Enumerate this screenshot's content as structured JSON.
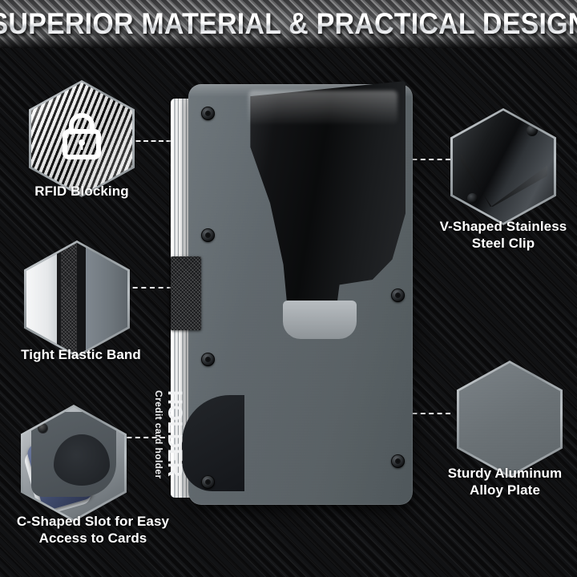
{
  "header": {
    "title": "SUPERIOR MATERIAL & PRACTICAL DESIGN"
  },
  "features": [
    {
      "id": "rfid-blocking",
      "label": "RFID Blocking",
      "icon": "lock-icon",
      "side": "left"
    },
    {
      "id": "tight-elastic-band",
      "label": "Tight Elastic Band",
      "icon": "elastic-band-swatch",
      "side": "left"
    },
    {
      "id": "c-shaped-slot",
      "label": "C-Shaped Slot for Easy\nAccess to Cards",
      "icon": "card-slot-swatch",
      "side": "left"
    },
    {
      "id": "v-shaped-clip",
      "label": "V-Shaped Stainless\nSteel Clip",
      "icon": "steel-clip-swatch",
      "side": "right"
    },
    {
      "id": "aluminum-alloy-plate",
      "label": "Sturdy Aluminum\nAlloy Plate",
      "icon": "aluminum-plate-swatch",
      "side": "right"
    }
  ],
  "product": {
    "brand_text": "HOLDER",
    "brand_subtext": "Credit card holder"
  },
  "colors": {
    "background": "#0c0c0d",
    "header_band": "#6d6e70",
    "title_text": "#ffffff",
    "label_text": "#ffffff",
    "connector": "#ffffff",
    "plate_grey": "#5d666b",
    "clip_black": "#121315",
    "hex_border": "#9aa0a4",
    "card_blue": "#3f4a6b"
  }
}
